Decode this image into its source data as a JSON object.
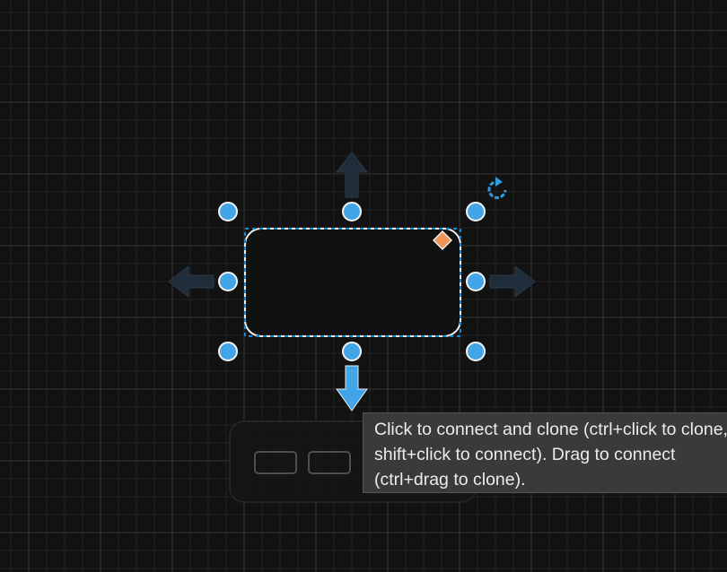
{
  "canvas": {
    "background": "#121212",
    "grid_color": "#2a2a2a",
    "grid_major_color": "#3a3a3a"
  },
  "selection": {
    "handle_color": "#42a5e8",
    "outline_color": "#1a86d1",
    "shape_stroke": "#f0f0f0",
    "shape_fill": "#111111"
  },
  "icons": {
    "rotate": "rotate-icon",
    "edit_diamond": "orange-diamond-icon",
    "arrows": [
      "arrow-up-icon",
      "arrow-down-icon",
      "arrow-left-icon",
      "arrow-right-icon"
    ]
  },
  "tooltip": {
    "lines": [
      "Click to connect and clone (ctrl+click to clone,",
      "shift+click to connect). Drag to connect",
      "(ctrl+drag to clone)."
    ]
  }
}
